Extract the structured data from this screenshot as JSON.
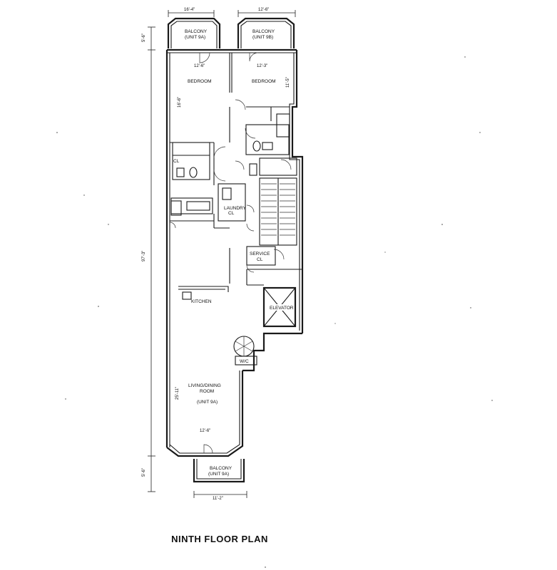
{
  "title": "NINTH FLOOR PLAN",
  "rooms": {
    "balcony_top_left": [
      "BALCONY",
      "(UNIT 9A)"
    ],
    "balcony_top_right": [
      "BALCONY",
      "(UNIT 9B)"
    ],
    "bedroom_left": "BEDROOM",
    "bedroom_right": "BEDROOM",
    "laundry": [
      "LAUNDRY",
      "CL"
    ],
    "service_cl": [
      "SERVICE",
      "CL"
    ],
    "kitchen": "KITCHEN",
    "elevator": "ELEVATOR",
    "living": [
      "LIVING/DINING",
      "ROOM",
      "(UNIT 9A)"
    ],
    "balcony_bottom": [
      "BALCONY",
      "(UNIT 9A)"
    ],
    "closet": "CL",
    "wic": "W/C"
  },
  "dimensions": {
    "top_left": "16'-4\"",
    "top_right": "12'-6\"",
    "balcony_depth": "5'-6\"",
    "bedroom_left_width": "12'-6\"",
    "bedroom_right_width": "12'-3\"",
    "bedroom_left_depth": "16'-6\"",
    "bedroom_right_depth": "11'-5\"",
    "overall_depth": "97'-3\"",
    "living_depth": "25'-11\"",
    "living_width": "12'-6\"",
    "bottom_balcony_depth": "5'-6\"",
    "bottom_width": "11'-2\""
  }
}
